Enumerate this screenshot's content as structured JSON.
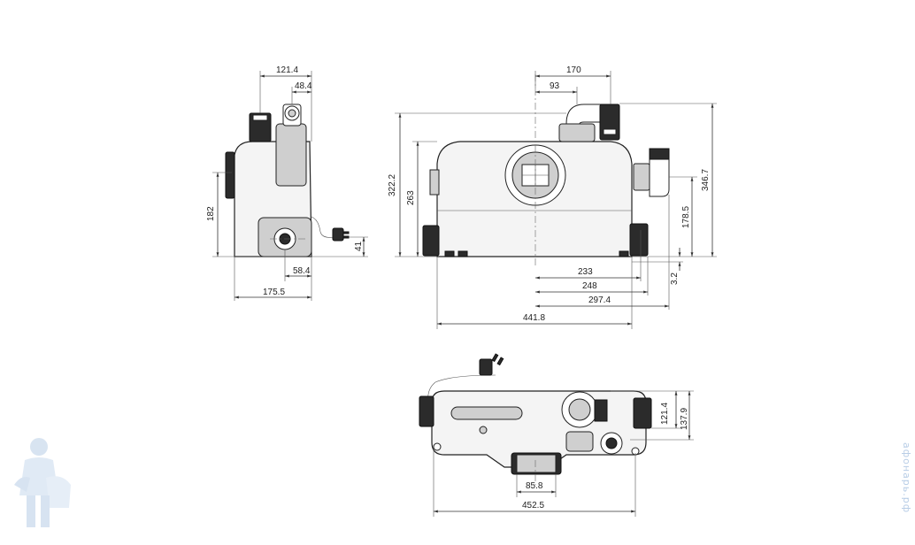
{
  "side_view": {
    "dims": {
      "top_width": "121.4",
      "top_offset": "48.4",
      "left_height": "182",
      "right_height": "41",
      "bottom_offset": "58.4",
      "bottom_width": "175.5"
    }
  },
  "front_view": {
    "dims": {
      "top_width": "170",
      "top_offset": "93",
      "left_height_outer": "322.2",
      "left_height_inner": "263",
      "right_height_outer": "346.7",
      "right_height_inner": "178.5",
      "right_small": "3.2",
      "bottom_233": "233",
      "bottom_248": "248",
      "bottom_297": "297.4",
      "bottom_total": "441.8"
    }
  },
  "top_view": {
    "dims": {
      "right_inner": "121.4",
      "right_outer": "137.9",
      "bottom_port": "85.8",
      "bottom_total": "452.5"
    }
  },
  "watermark": {
    "vertical_text": "афонарь.рф"
  }
}
